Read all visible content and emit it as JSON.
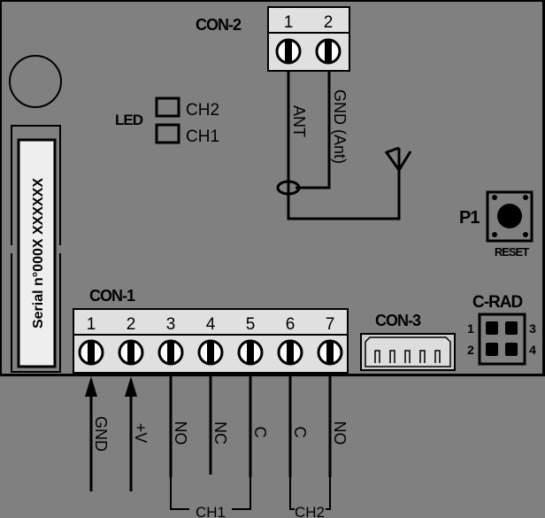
{
  "colors": {
    "background": "#808080",
    "board_border": "#000000",
    "terminal_fill": "#e0e0e0",
    "label_fill": "#eeeeee",
    "ink": "#000000"
  },
  "con2": {
    "title": "CON-2",
    "pins": [
      "1",
      "2"
    ],
    "wire_labels": [
      "ANT",
      "GND (Ant)"
    ]
  },
  "led": {
    "title": "LED",
    "channels": [
      "CH2",
      "CH1"
    ]
  },
  "serial": {
    "text": "Serial n°000X XXXXXX"
  },
  "p1": {
    "title": "P1",
    "caption": "RESET"
  },
  "con1": {
    "title": "CON-1",
    "pins": [
      "1",
      "2",
      "3",
      "4",
      "5",
      "6",
      "7"
    ],
    "wire_labels": [
      "GND",
      "+V",
      "NO",
      "NC",
      "C",
      "C",
      "NO"
    ],
    "groups": [
      "CH1",
      "CH2"
    ]
  },
  "con3": {
    "title": "CON-3"
  },
  "crad": {
    "title": "C-RAD",
    "pins": [
      "1",
      "2",
      "3",
      "4"
    ]
  }
}
